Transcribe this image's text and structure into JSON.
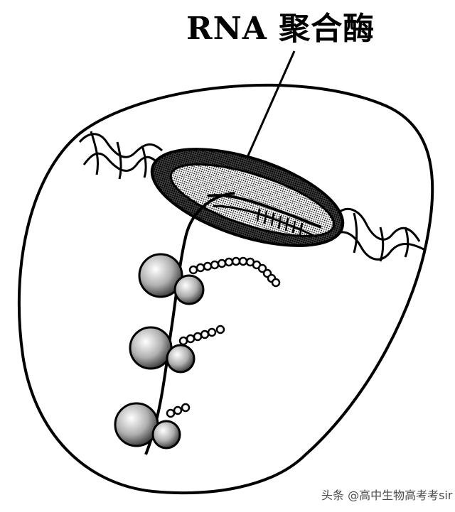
{
  "diagram": {
    "label": "RNA 聚合酶",
    "colors": {
      "ink": "#000000",
      "paper": "#ffffff",
      "shade": "#8a8a8a"
    },
    "ribosome_count": 3
  },
  "watermark": {
    "text": "头条 @高中生物高考考sir"
  }
}
